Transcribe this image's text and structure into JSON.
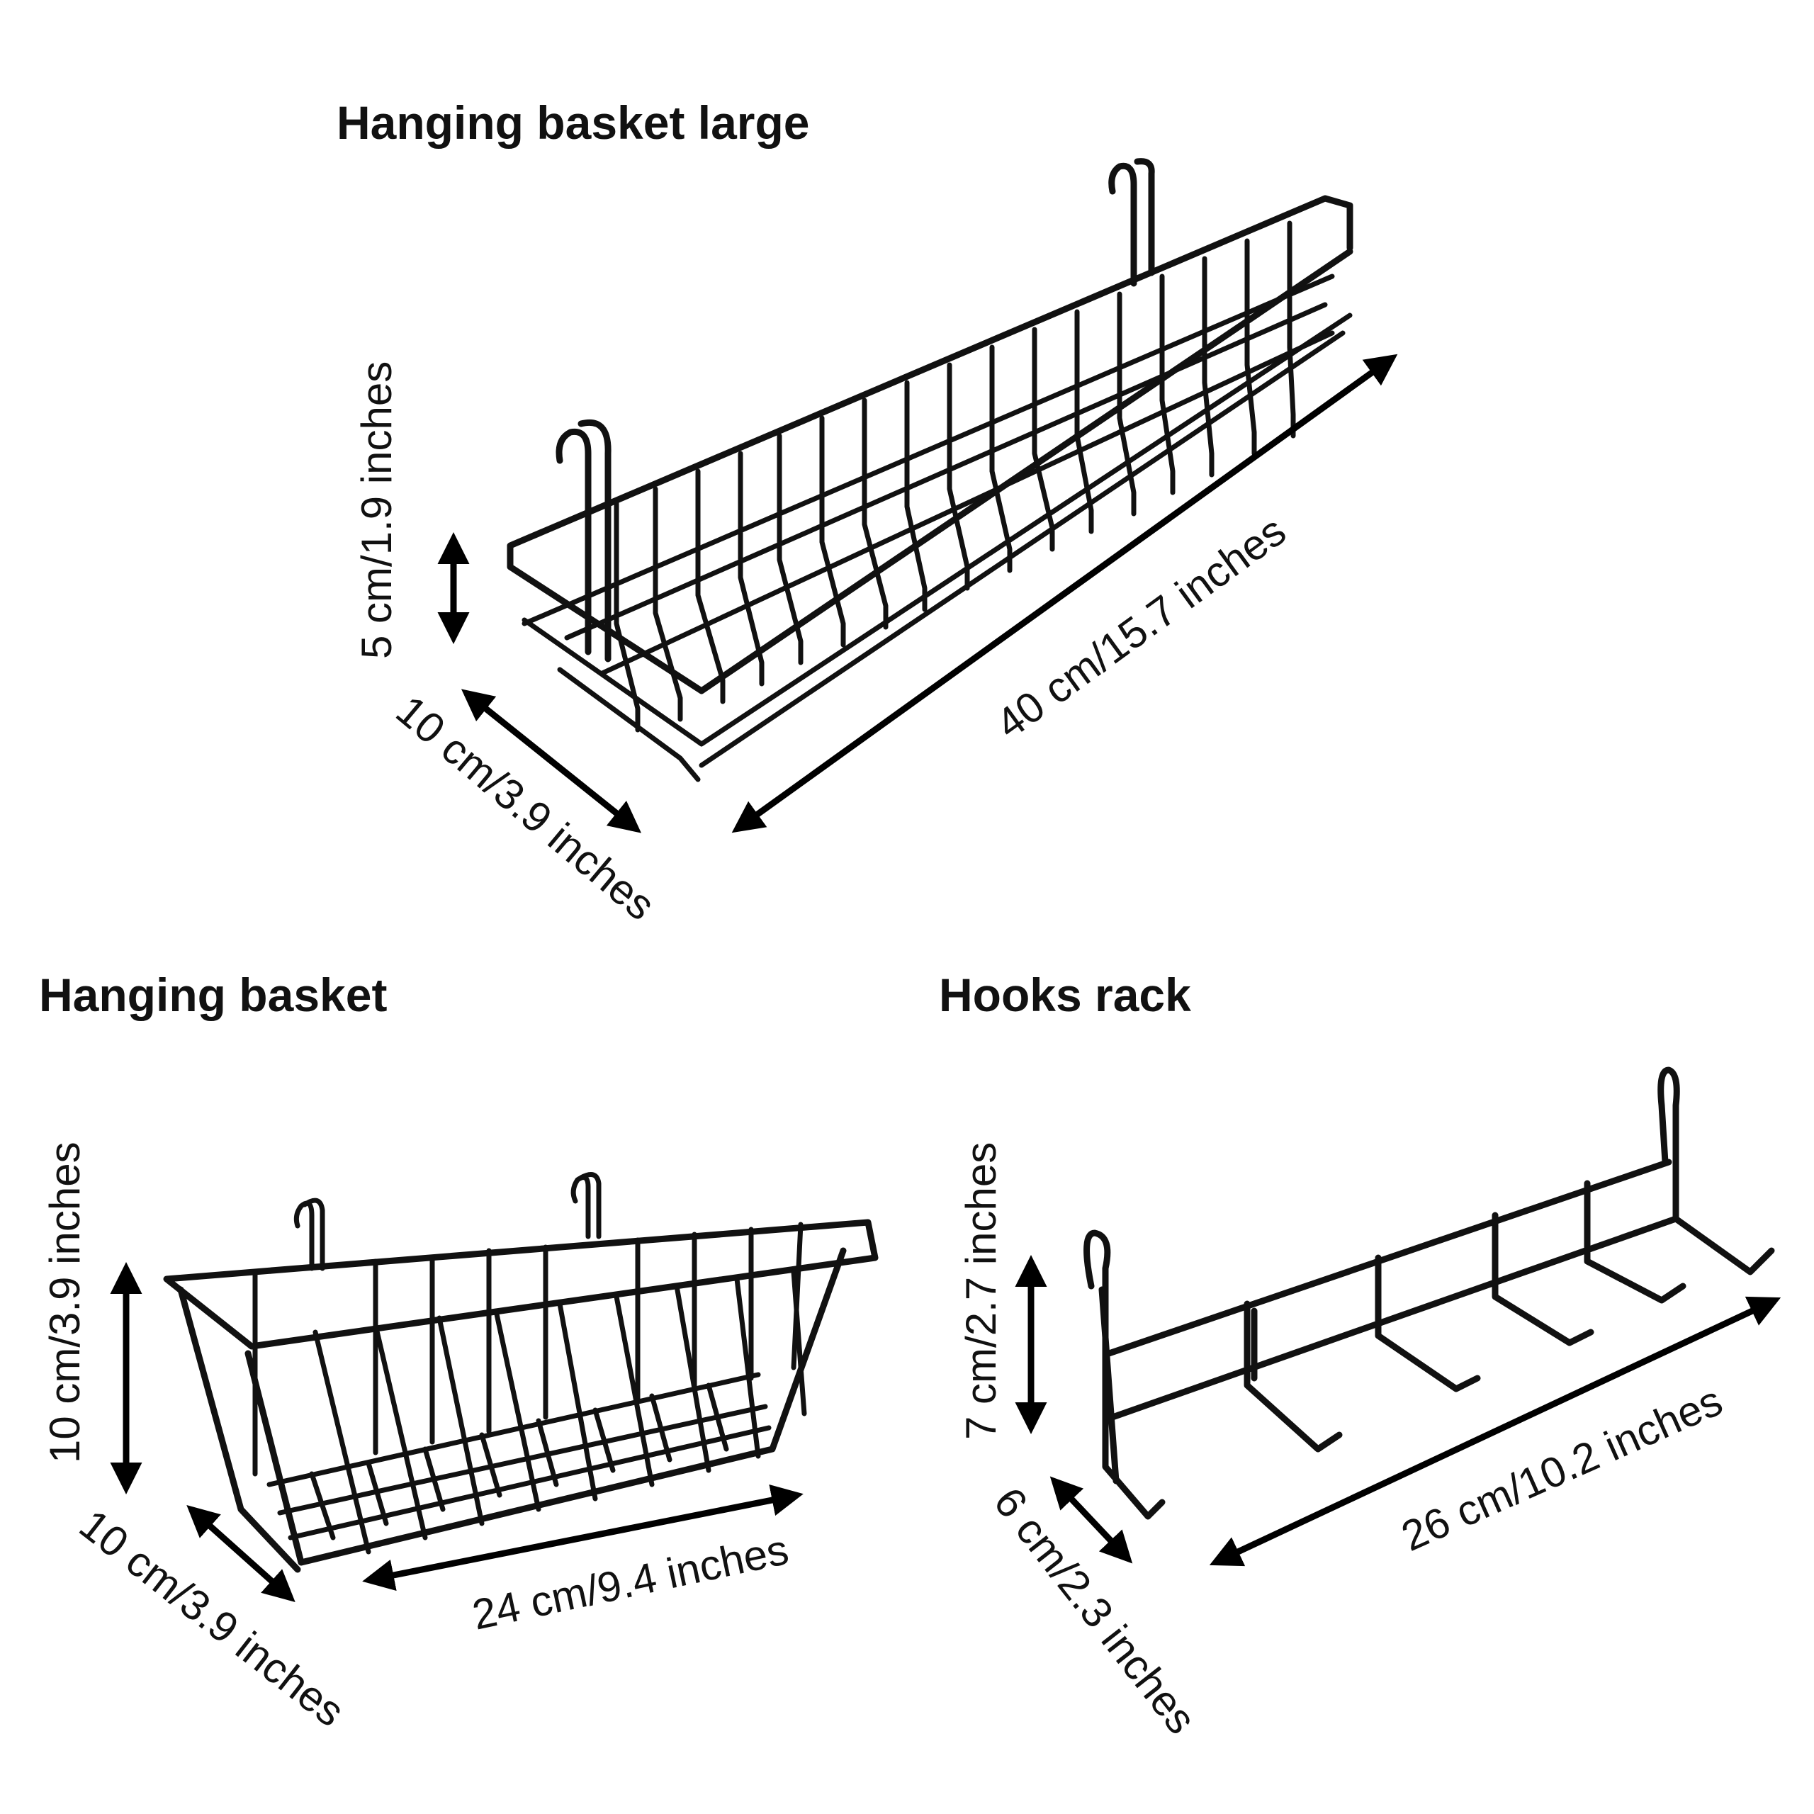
{
  "colors": {
    "background": "#ffffff",
    "ink": "#111111"
  },
  "large_basket": {
    "title": "Hanging basket large",
    "height_label": "5 cm/1.9 inches",
    "depth_label": "10 cm/3.9 inches",
    "length_label": "40 cm/15.7 inches"
  },
  "basket": {
    "title": "Hanging basket",
    "height_label": "10 cm/3.9 inches",
    "depth_label": "10 cm/3.9 inches",
    "length_label": "24 cm/9.4 inches"
  },
  "hooks_rack": {
    "title": "Hooks rack",
    "height_label": "7 cm/2.7 inches",
    "depth_label": "6 cm/2.3 inches",
    "length_label": "26 cm/10.2 inches"
  }
}
